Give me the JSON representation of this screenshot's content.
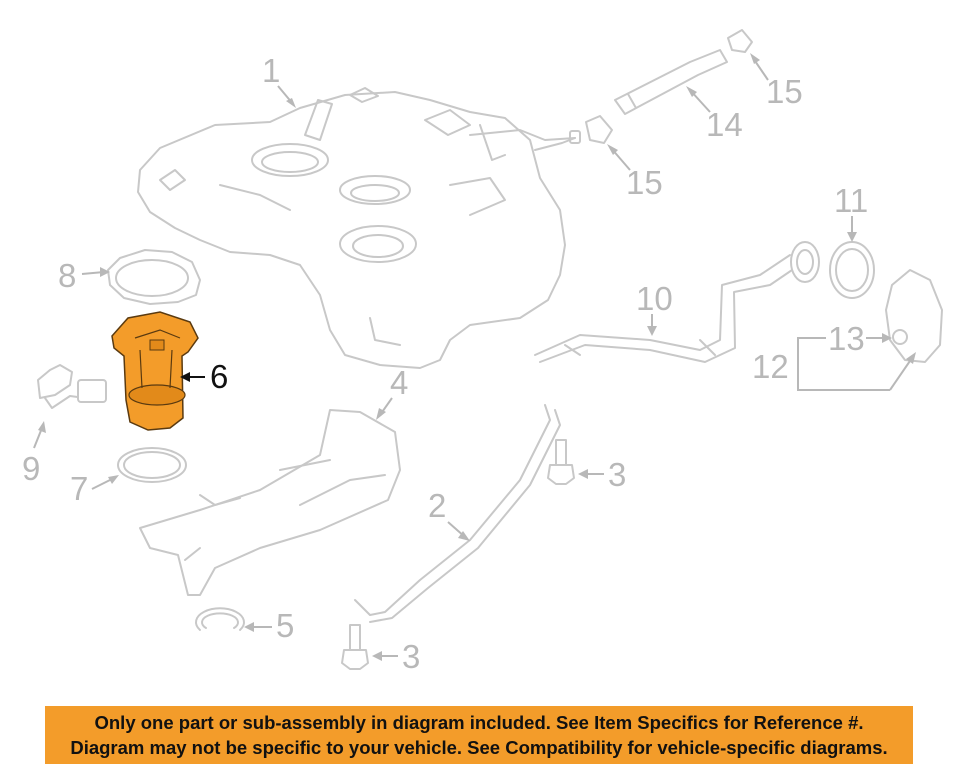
{
  "diagram": {
    "highlight_color": "#f39c2a",
    "line_color": "#c8c8c8",
    "callouts": {
      "c1": "1",
      "c2": "2",
      "c3a": "3",
      "c3b": "3",
      "c4": "4",
      "c5": "5",
      "c6": "6",
      "c7": "7",
      "c8": "8",
      "c9": "9",
      "c10": "10",
      "c11": "11",
      "c12": "12",
      "c13": "13",
      "c14": "14",
      "c15a": "15",
      "c15b": "15"
    },
    "highlighted_callout": "6"
  },
  "banner": {
    "line1": "Only one part or sub-assembly in diagram included. See Item Specifics for Reference #.",
    "line2": "Diagram may not be specific to your vehicle. See Compatibility for vehicle-specific diagrams.",
    "background": "#f39c2a"
  }
}
